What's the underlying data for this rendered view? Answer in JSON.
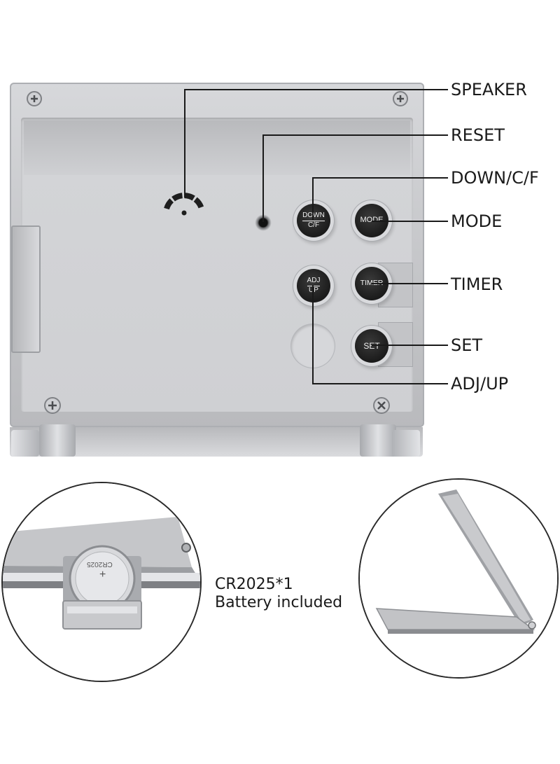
{
  "labels": {
    "speaker": "SPEAKER",
    "reset": "RESET",
    "down_cf": "DOWN/C/F",
    "mode": "MODE",
    "timer": "TIMER",
    "set": "SET",
    "adj_up": "ADJ/UP"
  },
  "buttons": {
    "down_top": "DOWN",
    "down_bottom": "C/F",
    "mode": "MODE",
    "adj_top": "ADJ",
    "adj_bottom": "UP",
    "timer": "TIMER",
    "set": "SET"
  },
  "battery": {
    "line1": "CR2025*1",
    "line2": "Battery included",
    "coin_text": "CR2025",
    "coin_plus": "+"
  },
  "colors": {
    "device_silver": "#c9cacd",
    "button_black": "#1b1b1b",
    "leader_line": "#1a1a1a"
  }
}
